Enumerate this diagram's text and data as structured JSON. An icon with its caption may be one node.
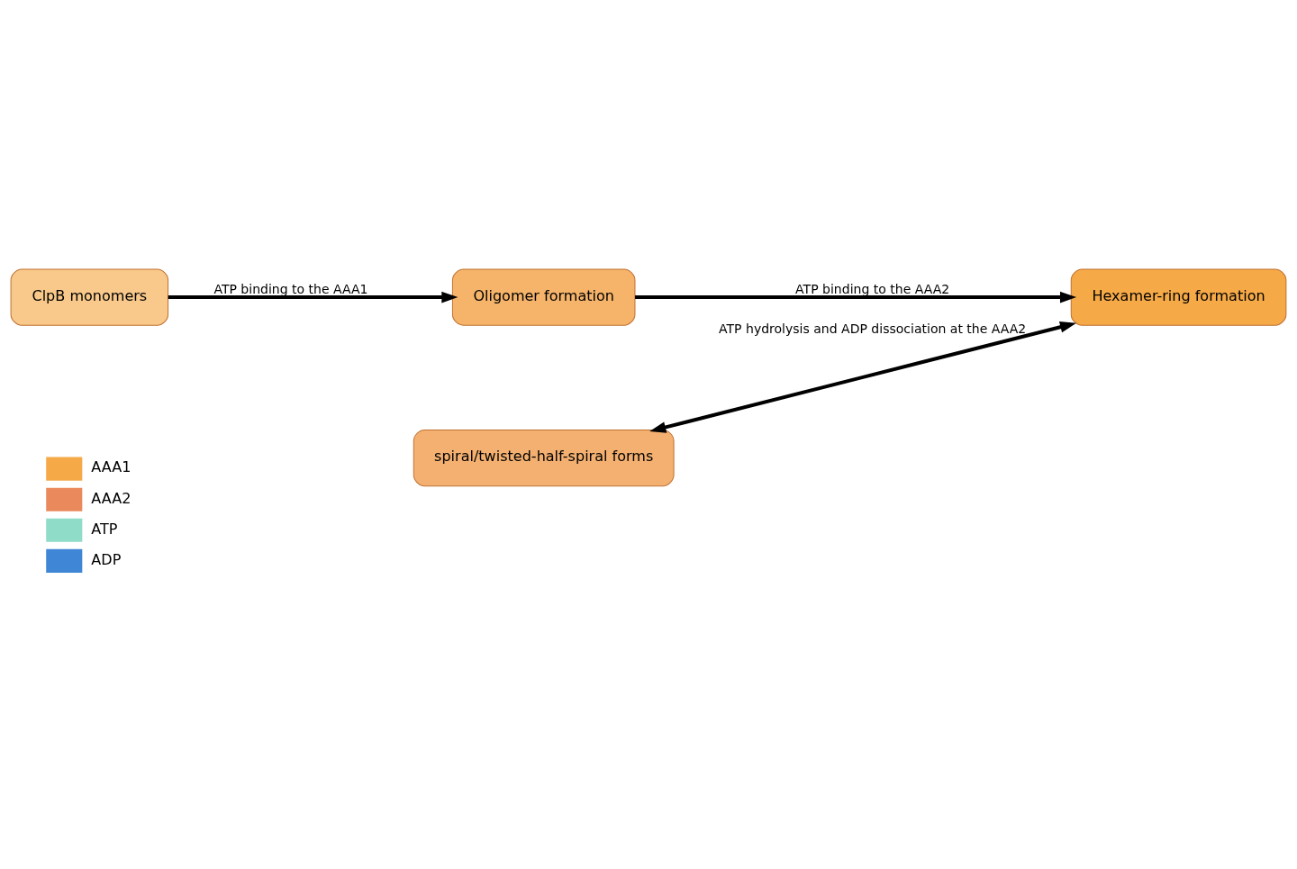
{
  "diagram": {
    "nodes": [
      {
        "text": [
          "ClpB monomers"
        ]
      },
      {
        "text": [
          "Oligomer formation"
        ]
      },
      {
        "text": [
          "Hexamer-ring formation"
        ]
      },
      {
        "text": [
          "spiral/twisted-half-spiral forms"
        ]
      }
    ],
    "edges": [
      {
        "from": 0,
        "to": 1,
        "arrow": "to",
        "label": "ATP binding to the AAA1"
      },
      {
        "from": 1,
        "to": 2,
        "arrow": "to",
        "label": "ATP binding to the AAA2"
      },
      {
        "from": 2,
        "to": 3,
        "arrow": "both",
        "label": "ATP hydrolysis and ADP dissociation at the AAA2"
      }
    ],
    "legend": [
      {
        "text": "AAA1",
        "color": "#f5a947"
      },
      {
        "text": "AAA2",
        "color": "#ea8a5c"
      },
      {
        "text": "ATP",
        "color": "#8fdcc8"
      },
      {
        "text": "ADP",
        "color": "#3f86d6"
      }
    ]
  }
}
